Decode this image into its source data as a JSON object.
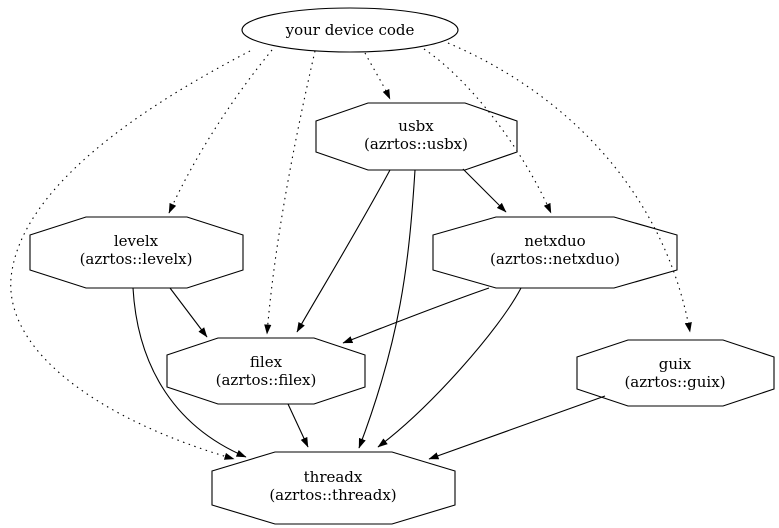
{
  "diagram": {
    "type": "dependency-graph",
    "background_color": "#ffffff",
    "node_stroke_color": "#000000",
    "edge_color": "#000000",
    "nodes": [
      {
        "id": "device",
        "shape": "ellipse",
        "label": "your device code"
      },
      {
        "id": "usbx",
        "shape": "octagon",
        "label": "usbx",
        "sublabel": "(azrtos::usbx)"
      },
      {
        "id": "levelx",
        "shape": "octagon",
        "label": "levelx",
        "sublabel": "(azrtos::levelx)"
      },
      {
        "id": "netxduo",
        "shape": "octagon",
        "label": "netxduo",
        "sublabel": "(azrtos::netxduo)"
      },
      {
        "id": "filex",
        "shape": "octagon",
        "label": "filex",
        "sublabel": "(azrtos::filex)"
      },
      {
        "id": "guix",
        "shape": "octagon",
        "label": "guix",
        "sublabel": "(azrtos::guix)"
      },
      {
        "id": "threadx",
        "shape": "octagon",
        "label": "threadx",
        "sublabel": "(azrtos::threadx)"
      }
    ],
    "edges": [
      {
        "from": "your device code",
        "to": "usbx",
        "style": "dotted"
      },
      {
        "from": "your device code",
        "to": "levelx",
        "style": "dotted"
      },
      {
        "from": "your device code",
        "to": "filex",
        "style": "dotted"
      },
      {
        "from": "your device code",
        "to": "netxduo",
        "style": "dotted"
      },
      {
        "from": "your device code",
        "to": "guix",
        "style": "dotted"
      },
      {
        "from": "your device code",
        "to": "threadx",
        "style": "dotted"
      },
      {
        "from": "usbx",
        "to": "netxduo",
        "style": "solid"
      },
      {
        "from": "usbx",
        "to": "filex",
        "style": "solid"
      },
      {
        "from": "usbx",
        "to": "threadx",
        "style": "solid"
      },
      {
        "from": "levelx",
        "to": "filex",
        "style": "solid"
      },
      {
        "from": "levelx",
        "to": "threadx",
        "style": "solid"
      },
      {
        "from": "netxduo",
        "to": "filex",
        "style": "solid"
      },
      {
        "from": "netxduo",
        "to": "threadx",
        "style": "solid"
      },
      {
        "from": "filex",
        "to": "threadx",
        "style": "solid"
      },
      {
        "from": "guix",
        "to": "threadx",
        "style": "solid"
      }
    ]
  }
}
